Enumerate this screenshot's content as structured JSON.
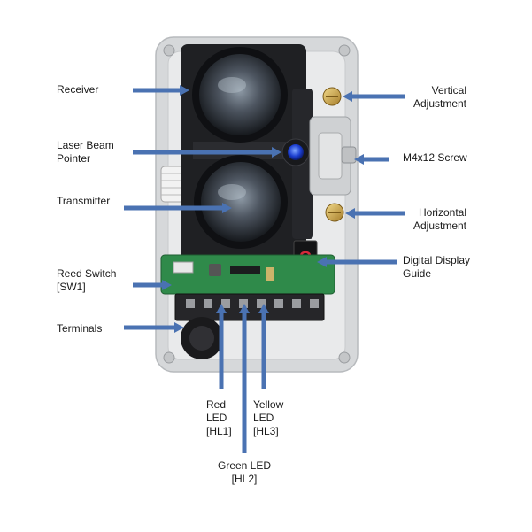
{
  "colors": {
    "arrow": "#4a72b2",
    "housing": "#d8dadc",
    "housing_inner": "#ebeced",
    "frame": "#1e1f22",
    "pcb": "#2f8a4a",
    "terminal": "#2a2a2c"
  },
  "labels": {
    "receiver": "Receiver",
    "laser_beam_pointer": "Laser Beam\nPointer",
    "transmitter": "Transmitter",
    "reed_switch": "Reed Switch\n[SW1]",
    "terminals": "Terminals",
    "vertical_adjustment": "Vertical\nAdjustment",
    "m4x12_screw": "M4x12 Screw",
    "horizontal_adjustment": "Horizontal\nAdjustment",
    "digital_display_guide": "Digital Display\nGuide",
    "red_led": "Red\nLED\n[HL1]",
    "yellow_led": "Yellow\nLED\n[HL3]",
    "green_led": "Green LED\n[HL2]"
  }
}
